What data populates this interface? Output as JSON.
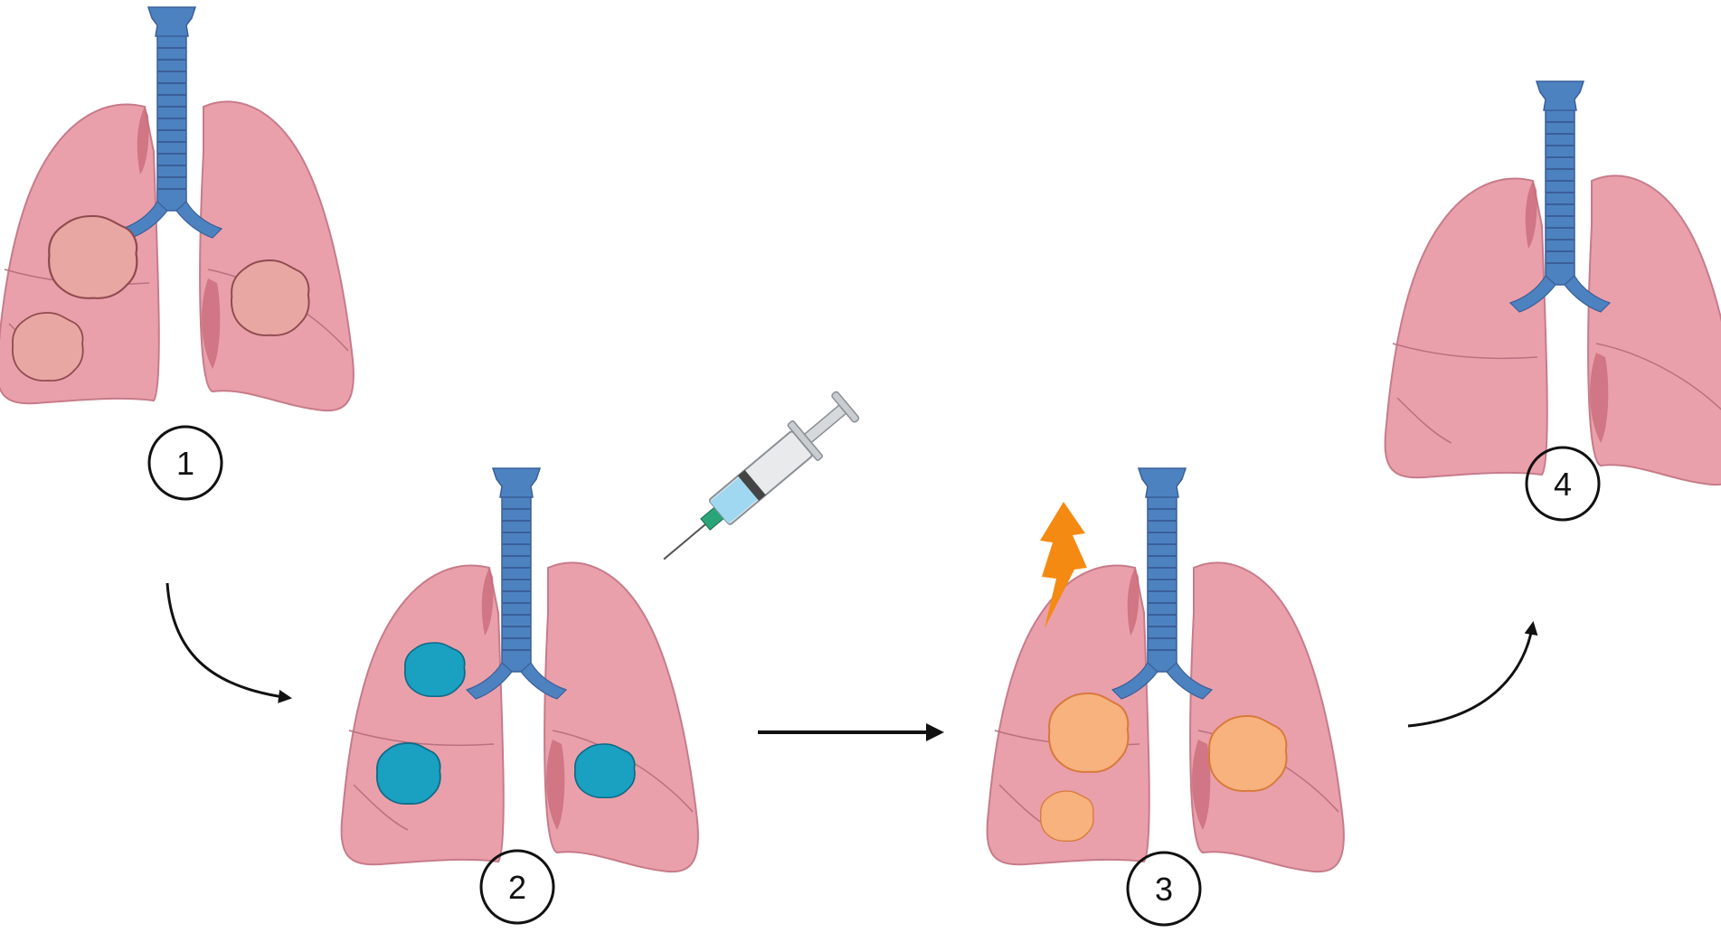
{
  "colors": {
    "lung_fill": "#eaa0aa",
    "lung_shadow": "#c96b7b",
    "lung_line": "#b97080",
    "trachea_fill": "#4d82c0",
    "trachea_dark": "#3a5f99",
    "tumor_initial": "#e8a7a3",
    "tumor_initial_edge": "#8f4b4f",
    "tumor_labeled": "#1aa0c0",
    "tumor_labeled_edge": "#0f6a86",
    "tumor_activated": "#f7b27e",
    "tumor_activated_edge": "#d77a3a",
    "lightning": "#f58a12",
    "syringe_liquid": "#9fd8f0",
    "arrow": "#111111"
  },
  "steps": [
    {
      "label": "1",
      "tumor_state": "initial"
    },
    {
      "label": "2",
      "tumor_state": "labeled",
      "icon": "syringe-icon"
    },
    {
      "label": "3",
      "tumor_state": "activated",
      "icon": "lightning-icon"
    },
    {
      "label": "4",
      "tumor_state": "none"
    }
  ]
}
